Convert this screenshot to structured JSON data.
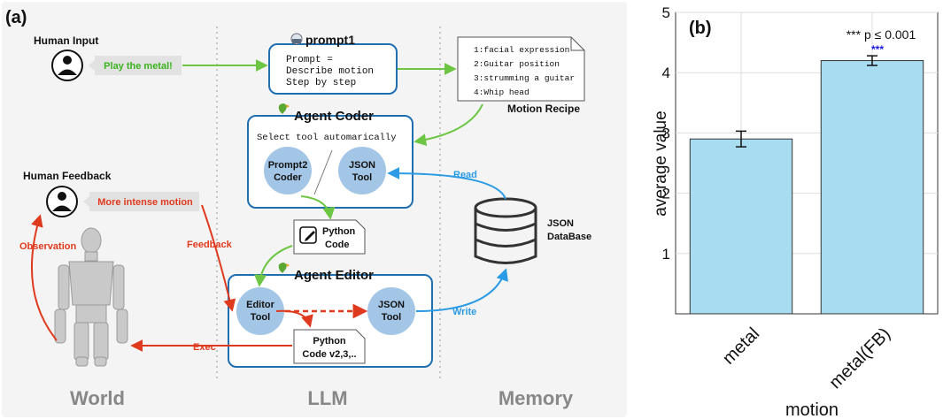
{
  "panel_a": {
    "label": "(a)",
    "sections": [
      "World",
      "LLM",
      "Memory"
    ],
    "human_input": {
      "title": "Human Input",
      "bubble": "Play the metal!"
    },
    "human_feedback": {
      "title": "Human Feedback",
      "bubble": "More intense motion"
    },
    "prompt1": {
      "icon": "robot-head-icon",
      "title": "prompt1",
      "lines": [
        "Prompt =",
        "Describe motion",
        "Step by step"
      ]
    },
    "motion_recipe": {
      "lines": [
        "1:facial expression",
        "2:Guitar position",
        "3:strumming a guitar",
        "4:Whip head"
      ],
      "caption": "Motion Recipe"
    },
    "agent_coder": {
      "icon": "parrot-icon",
      "title": "Agent Coder",
      "subtitle": "Select tool automarically",
      "tool1": [
        "Prompt2",
        "Coder"
      ],
      "tool2": [
        "JSON",
        "Tool"
      ]
    },
    "python_code": {
      "lines": [
        "Python",
        "Code"
      ],
      "icon": "pencil-edit-icon"
    },
    "agent_editor": {
      "icon": "parrot-icon",
      "title": "Agent Editor",
      "tool1": [
        "Editor",
        "Tool"
      ],
      "tool2": [
        "JSON",
        "Tool"
      ],
      "code": [
        "Python",
        "Code v2,3,.."
      ]
    },
    "database": {
      "lines": [
        "JSON",
        "DataBase"
      ],
      "icon": "database-icon"
    },
    "arrows": {
      "read": "Read",
      "write": "Write",
      "observation": "Observation",
      "feedback": "Feedback",
      "exec": "Exec"
    },
    "colors": {
      "green": "#6cc644",
      "red": "#e03a1e",
      "blue": "#2a9be4",
      "node": "#a4c6e6",
      "box_border": "#1f6fb0"
    }
  },
  "panel_b": {
    "label": "(b)",
    "annotation": "*** p ≤ 0.001",
    "star_marker": "***"
  },
  "chart_data": {
    "type": "bar",
    "categories": [
      "metal",
      "metal(FB)"
    ],
    "values": [
      2.9,
      4.2
    ],
    "errors": [
      0.13,
      0.08
    ],
    "title": "",
    "xlabel": "motion",
    "ylabel": "average value",
    "ylim": [
      0,
      5
    ],
    "yticks": [
      1,
      2,
      3,
      4,
      5
    ],
    "grid": true,
    "bar_color": "#a8dcf0"
  }
}
